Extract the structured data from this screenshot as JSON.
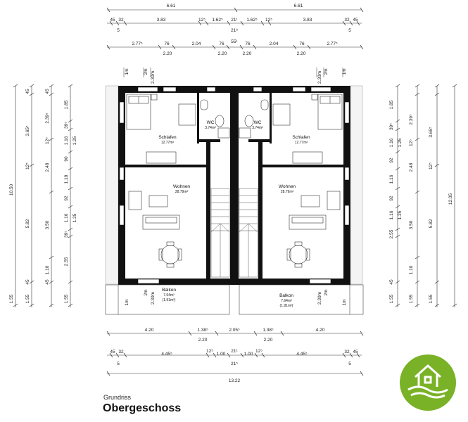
{
  "caption": {
    "subtitle": "Grundriss",
    "title": "Obergeschoss"
  },
  "colors": {
    "wall": "#111111",
    "line": "#222222",
    "logo": "#7ab227"
  },
  "icons": {
    "logo": "house-water-logo-icon"
  },
  "dims_top": {
    "total": [
      "6.61",
      "6.61"
    ],
    "row1": [
      "45",
      "32",
      "3.83",
      "12⁵",
      "1.62⁵",
      "21¹",
      "1.62⁵",
      "12⁵",
      "3.83",
      "32",
      "45"
    ],
    "row1_sub": [
      "5",
      "21⁸",
      "5"
    ],
    "row2": [
      "2.77⁵",
      "76",
      "2.04",
      "76",
      "55¹",
      "76",
      "2.04",
      "76",
      "2.77⁵"
    ],
    "row2_sub": [
      "2.20",
      "2.20",
      "2.20",
      "2.20"
    ]
  },
  "dims_bottom": {
    "row1": [
      "4.20",
      "1.38⁵",
      "2.05⁵",
      "1.38⁵",
      "4.20"
    ],
    "row1_sub": [
      "2.20",
      "2.20"
    ],
    "row2": [
      "45",
      "32",
      "4.45⁵",
      "12⁵",
      "1.00",
      "21¹",
      "1.00",
      "12⁵",
      "4.45⁵",
      "32",
      "45"
    ],
    "row2_sub": [
      "5",
      "21⁵",
      "5"
    ],
    "total": "13.22"
  },
  "dims_left": {
    "total": "10.50",
    "c1": [
      "45",
      "3.65⁵",
      "12⁵",
      "5.82",
      "45",
      "1.55"
    ],
    "c2": [
      "45",
      "2.39⁵",
      "12⁵",
      "2.48",
      "3.50",
      "1.10",
      "45",
      "1.55"
    ],
    "c3": [
      "1.85",
      "39⁵",
      "1.16",
      "1.25",
      "90",
      "1.18",
      "92",
      "1.16",
      "1.25",
      "39⁵",
      "2.55",
      "1.55"
    ]
  },
  "dims_right": {
    "total": "12.05",
    "c1": [
      "3.65⁵",
      "12⁵",
      "5.82",
      "1.55"
    ],
    "c2": [
      "45",
      "2.39⁵",
      "12⁵",
      "2.48",
      "3.50",
      "1.10",
      "1.55"
    ],
    "c3": [
      "1.85",
      "39⁵",
      "1.16",
      "1.25",
      "92",
      "1.16",
      "92",
      "1.16",
      "1.25",
      "39⁵",
      "2.55",
      "45",
      "1.55"
    ]
  },
  "vert_labels": [
    "1m",
    "2m",
    "2.30m",
    "2.30m",
    "2m",
    "1m"
  ],
  "vert_labels_bottom": [
    "1m",
    "2m",
    "2.30m",
    "2.30m",
    "2m",
    "1m"
  ],
  "rooms": {
    "left": {
      "schlafen": {
        "name": "Schlafen",
        "area": "12.77m²"
      },
      "wc": {
        "name": "WC",
        "area": "3.74m²"
      },
      "wohnen": {
        "name": "Wohnen",
        "area": "28.79m²"
      },
      "balkon": {
        "name": "Balkon",
        "area": "7.64m²",
        "area2": "(1.91m²)"
      }
    },
    "right": {
      "schlafen": {
        "name": "Schlafen",
        "area": "12.77m²"
      },
      "wc": {
        "name": "WC",
        "area": "3.74m²"
      },
      "wohnen": {
        "name": "Wohnen",
        "area": "28.79m²"
      },
      "balkon": {
        "name": "Balkon",
        "area": "7.64m²",
        "area2": "(1.91m²)"
      }
    }
  }
}
